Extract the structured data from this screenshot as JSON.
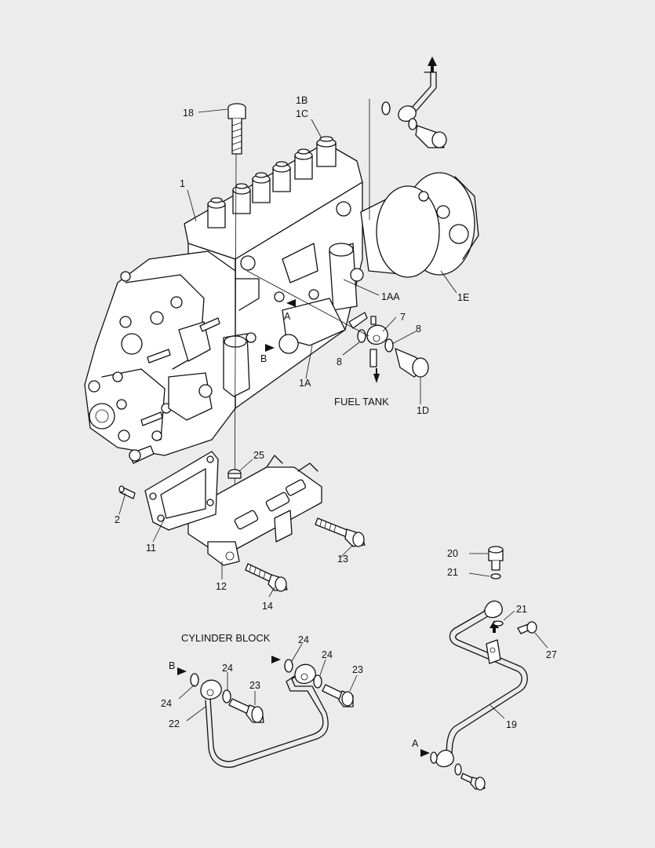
{
  "labels": {
    "p1": "1",
    "p1b": "1B",
    "p1c": "1C",
    "p1aa": "1AA",
    "p1e": "1E",
    "p1a": "1A",
    "p1d": "1D",
    "p2": "2",
    "p7": "7",
    "p8a": "8",
    "p8b": "8",
    "p11": "11",
    "p12": "12",
    "p13": "13",
    "p14": "14",
    "p18": "18",
    "p19": "19",
    "p20": "20",
    "p21a": "21",
    "p21b": "21",
    "p22": "22",
    "p23a": "23",
    "p23b": "23",
    "p24a": "24",
    "p24b": "24",
    "p24c": "24",
    "p24d": "24",
    "p25": "25",
    "p27": "27",
    "ref_a1": "A",
    "ref_a2": "A",
    "ref_b1": "B",
    "ref_b2": "B"
  },
  "captions": {
    "fuel_tank": "FUEL TANK",
    "cylinder_block": "CYLINDER BLOCK"
  },
  "colors": {
    "background": "#ececec",
    "line": "#111111",
    "part_fill": "#ffffff"
  },
  "icons": [
    "flow-arrow-icon"
  ]
}
